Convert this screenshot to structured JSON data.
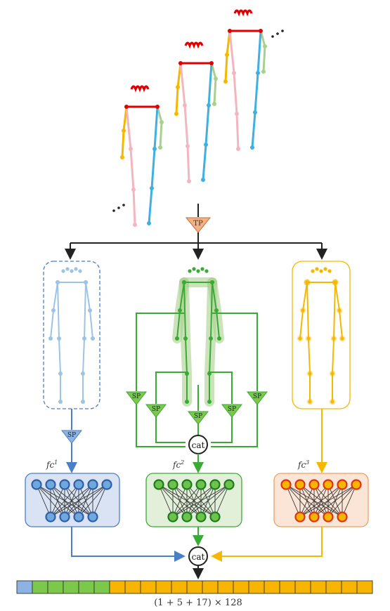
{
  "labels": {
    "tp": "TP",
    "sp": "SP",
    "cat": "cat",
    "fc1_base": "fc",
    "fc1_sup": "1",
    "fc2_base": "fc",
    "fc2_sup": "2",
    "fc3_base": "fc",
    "fc3_sup": "3",
    "feature_size": "(1 + 5 + 17) × 128"
  },
  "feature_segments": [
    {
      "count": 1,
      "color": "#8db3e2"
    },
    {
      "count": 5,
      "color": "#7cc84a"
    },
    {
      "count": 17,
      "color": "#f7b500"
    }
  ],
  "colors": {
    "blue": "#4a7fc6",
    "blue_light": "#9dc3e6",
    "green": "#3aaa35",
    "green_light": "#a9d18e",
    "yellow": "#f5b800",
    "orange_node": "#f4511e",
    "red": "#e00000",
    "pink": "#f4b6be",
    "cyan": "#3fb0e0",
    "tp": "#f4b183"
  },
  "icons": [
    "ellipsis-icon",
    "triangle-pool-icon",
    "cat-node-icon",
    "fully-connected-layer-icon",
    "skeleton-icon"
  ]
}
